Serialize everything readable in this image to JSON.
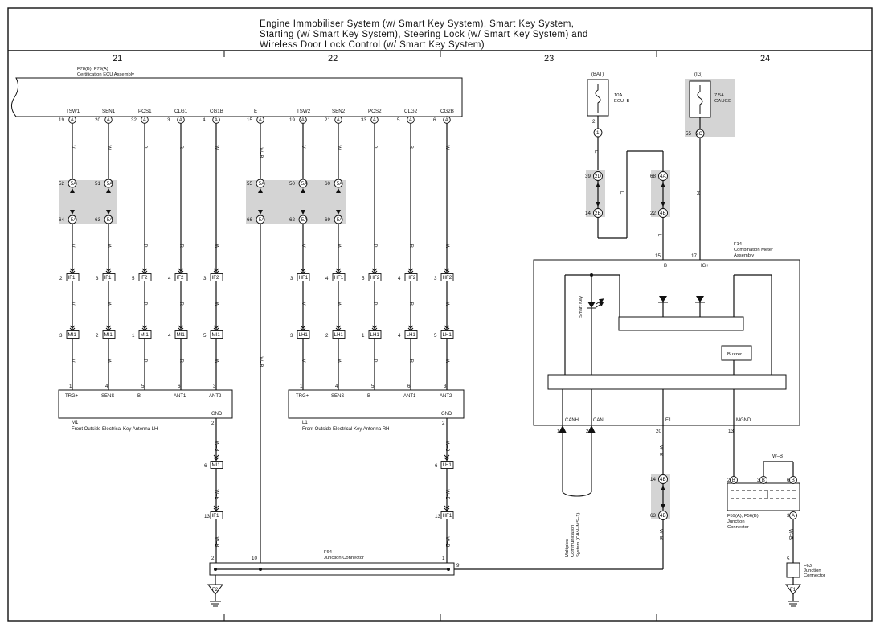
{
  "title": {
    "line1": "Engine Immobiliser System (w/ Smart Key System), Smart Key System,",
    "line2": "Starting (w/ Smart Key System), Steering Lock (w/ Smart Key System) and",
    "line3": "Wireless Door Lock Control (w/ Smart Key System)"
  },
  "sections": [
    "21",
    "22",
    "23",
    "24"
  ],
  "ecu": {
    "code": "F78(B), F79(A)",
    "name": "Certification ECU Assembly",
    "pins": [
      {
        "name": "TSW1",
        "num": "19",
        "conn": "A"
      },
      {
        "name": "SEN1",
        "num": "20",
        "conn": "A"
      },
      {
        "name": "POS1",
        "num": "32",
        "conn": "A"
      },
      {
        "name": "CLG1",
        "num": "3",
        "conn": "A"
      },
      {
        "name": "CG1B",
        "num": "4",
        "conn": "A"
      },
      {
        "name": "E",
        "num": "15",
        "conn": "A"
      },
      {
        "name": "TSW2",
        "num": "19",
        "conn": "A"
      },
      {
        "name": "SEN2",
        "num": "21",
        "conn": "A"
      },
      {
        "name": "POS2",
        "num": "33",
        "conn": "A"
      },
      {
        "name": "CLG2",
        "num": "5",
        "conn": "A"
      },
      {
        "name": "CG2B",
        "num": "6",
        "conn": "A"
      }
    ]
  },
  "wires": {
    "tsw": "V",
    "sen": "W",
    "pos": "P",
    "clg": "R",
    "cg": "W",
    "e": "W–B",
    "bat": "L",
    "ig": "R",
    "gnd": "W–B"
  },
  "junction_5a": [
    {
      "top": "52",
      "bottom": "64",
      "code": "5A"
    },
    {
      "top": "51",
      "bottom": "63",
      "code": "5A"
    },
    {
      "top": "55",
      "bottom": "66",
      "code": "5A"
    },
    {
      "top": "50",
      "bottom": "62",
      "code": "5A"
    },
    {
      "top": "60",
      "bottom": "69",
      "code": "5A"
    }
  ],
  "if_left": [
    {
      "num": "2",
      "code": "IF1"
    },
    {
      "num": "3",
      "code": "IF1"
    },
    {
      "num": "5",
      "code": "IF2"
    },
    {
      "num": "4",
      "code": "IF2"
    },
    {
      "num": "3",
      "code": "IF2"
    }
  ],
  "mi_left": [
    {
      "num": "3",
      "code": "MI1"
    },
    {
      "num": "2",
      "code": "MI1"
    },
    {
      "num": "1",
      "code": "MI1"
    },
    {
      "num": "4",
      "code": "MI1"
    },
    {
      "num": "5",
      "code": "MI1"
    }
  ],
  "hf_right": [
    {
      "num": "3",
      "code": "HF1"
    },
    {
      "num": "4",
      "code": "HF1"
    },
    {
      "num": "5",
      "code": "HF2"
    },
    {
      "num": "4",
      "code": "HF2"
    },
    {
      "num": "3",
      "code": "HF2"
    }
  ],
  "lh_right": [
    {
      "num": "3",
      "code": "LH1"
    },
    {
      "num": "2",
      "code": "LH1"
    },
    {
      "num": "1",
      "code": "LH1"
    },
    {
      "num": "4",
      "code": "LH1"
    },
    {
      "num": "5",
      "code": "LH1"
    }
  ],
  "antenna_lh": {
    "code": "M1",
    "name": "Front Outside Electrical Key Antenna LH",
    "pins": [
      {
        "num": "1",
        "name": "TRG+"
      },
      {
        "num": "4",
        "name": "SENS"
      },
      {
        "num": "5",
        "name": "B"
      },
      {
        "num": "6",
        "name": "ANT1"
      },
      {
        "num": "3",
        "name": "ANT2"
      }
    ],
    "gnd_num": "2",
    "gnd_name": "GND"
  },
  "antenna_rh": {
    "code": "L1",
    "name": "Front Outside Electrical Key Antenna RH",
    "pins": [
      {
        "num": "1",
        "name": "TRG+"
      },
      {
        "num": "4",
        "name": "SENS"
      },
      {
        "num": "5",
        "name": "B"
      },
      {
        "num": "6",
        "name": "ANT1"
      },
      {
        "num": "3",
        "name": "ANT2"
      }
    ],
    "gnd_num": "2",
    "gnd_name": "GND"
  },
  "gnd_chain_left": [
    {
      "num": "6",
      "code": "MI1"
    },
    {
      "num": "13",
      "code": "IF1"
    }
  ],
  "gnd_chain_right": [
    {
      "num": "6",
      "code": "LH1"
    },
    {
      "num": "13",
      "code": "HF1"
    }
  ],
  "f64": {
    "code": "F64",
    "name": "Junction Connector",
    "pins": [
      "2",
      "10",
      "1",
      "9"
    ]
  },
  "grounds": {
    "left": "F2",
    "right": "F1"
  },
  "bat": {
    "label": "(BAT)",
    "fuse": "10A",
    "fuse_name": "ECU–B",
    "pin": "2",
    "conn": "1"
  },
  "ig": {
    "label": "(IG)",
    "fuse": "7.5A",
    "fuse_name": "GAUGE",
    "pin": "55",
    "conn": "2C"
  },
  "jb_23": [
    {
      "top": "39",
      "top_code": "2D",
      "bottom": "14",
      "bottom_code": "2B"
    },
    {
      "top": "68",
      "top_code": "4A",
      "bottom": "22",
      "bottom_code": "4B"
    }
  ],
  "meter": {
    "code": "F14",
    "name": "Combination Meter",
    "name2": "Assembly",
    "pin_b": "15",
    "name_b": "B",
    "pin_ig": "17",
    "name_ig": "IG+",
    "smart_key": "Smart Key",
    "buzzer": "Buzzer",
    "canh": "CANH",
    "canh_num": "1",
    "canl": "CANL",
    "canl_num": "2",
    "e1": "E1",
    "e1_num": "20",
    "mgnd": "MGND",
    "mgnd_num": "13"
  },
  "multiplex": {
    "line1": "Multiplex",
    "line2": "Communication",
    "line3": "System (CAN–MS–1)"
  },
  "jb_e1": {
    "top": "14",
    "top_code": "4B",
    "bottom": "63",
    "bottom_code": "4B"
  },
  "f59": {
    "code": "F59(A), F56(B)",
    "name1": "Junction",
    "name2": "Connector",
    "pins": [
      {
        "num": "2",
        "conn": "B"
      },
      {
        "num": "3",
        "conn": "B"
      },
      {
        "num": "6",
        "conn": "B"
      },
      {
        "num": "3",
        "conn": "A"
      }
    ],
    "wire": "W–B"
  },
  "f63": {
    "code": "F63",
    "name1": "Junction",
    "name2": "Connector",
    "pin": "5"
  },
  "f64_pin9": "9"
}
